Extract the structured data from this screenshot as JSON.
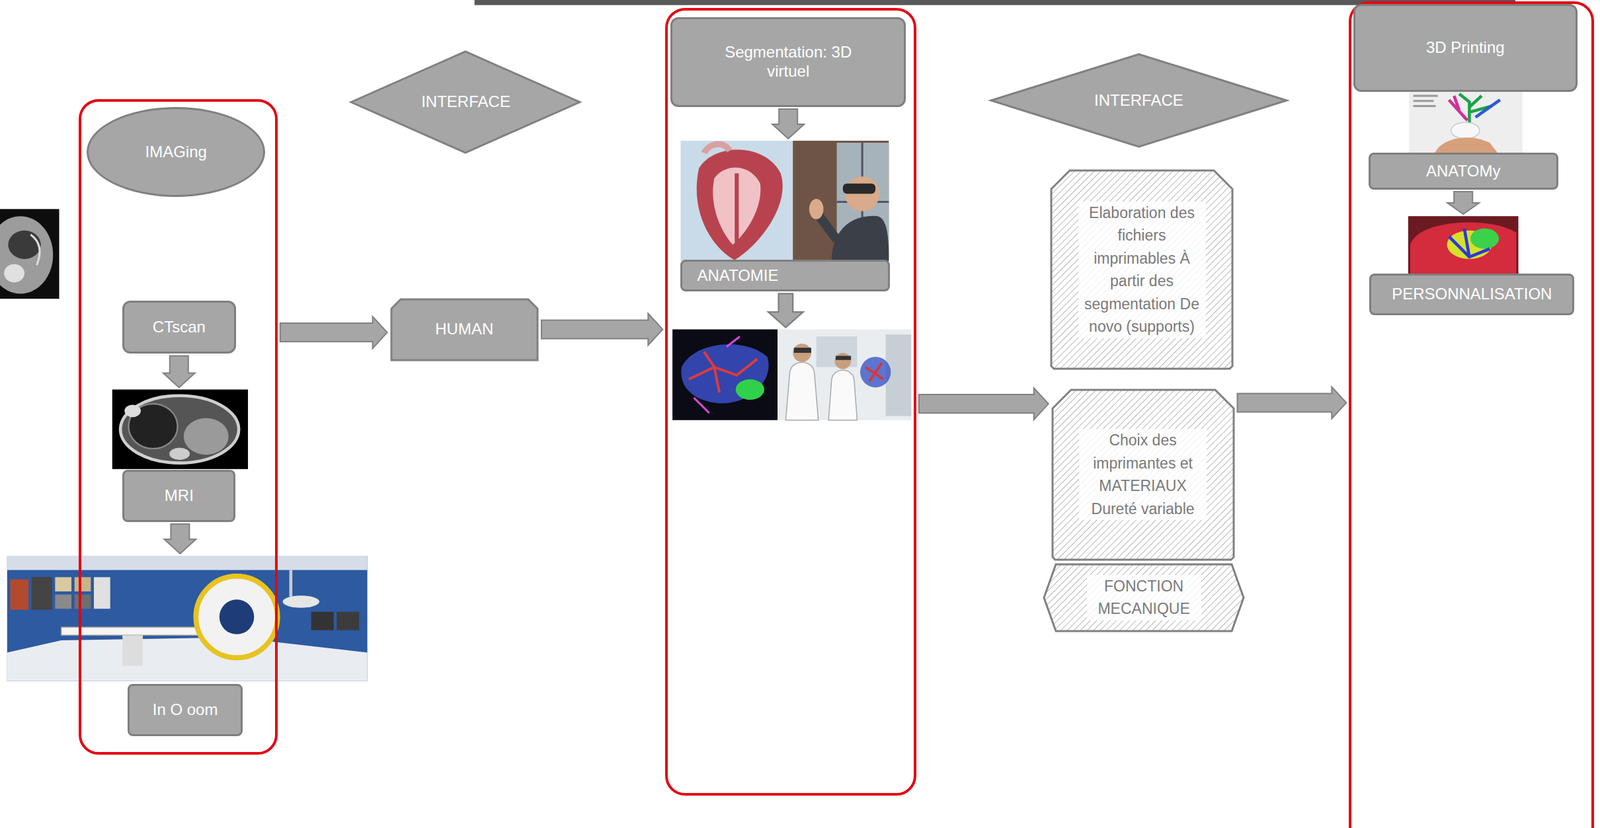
{
  "diagram": {
    "nodes": [
      {
        "text": []
      },
      {
        "text": [
          "IMAGing"
        ],
        "in": 0
      },
      {
        "text": [
          "CTscan"
        ],
        "in": 0
      },
      {
        "text": [
          "MRI"
        ],
        "in": 0
      },
      {
        "text": [
          "In O oom"
        ],
        "in": 0
      },
      {
        "text": [
          "INTERFACE"
        ]
      },
      {
        "text": [
          "HUMAN"
        ]
      },
      {
        "text": []
      },
      {
        "text": [
          "Segmentation: 3D virtuel"
        ],
        "in": 7
      },
      {
        "text": [
          "ANATOMIE"
        ],
        "in": 7
      },
      {
        "text": [
          "INTERFACE"
        ]
      },
      {
        "text": [
          "Elaboration des fichiers imprimables À partir des segmentation De novo (supports)"
        ]
      },
      {
        "text": [
          "Choix des imprimantes et MATERIAUX Dureté variable"
        ]
      },
      {
        "text": [
          "FONCTION MECANIQUE"
        ]
      },
      {
        "text": []
      },
      {
        "text": [
          "3D Printing"
        ],
        "in": 14
      },
      {
        "text": [
          "ANATOMy"
        ],
        "in": 14
      },
      {
        "text": [
          "PERSONNALISATION"
        ],
        "in": 14
      }
    ],
    "edges": [
      {
        "from": 2,
        "to": 3,
        "arrow": "to"
      },
      {
        "from": 3,
        "to": 4,
        "arrow": "to"
      },
      {
        "from": 0,
        "to": 6,
        "arrow": "to"
      },
      {
        "from": 6,
        "to": 7,
        "arrow": "to"
      },
      {
        "from": 8,
        "to": 9,
        "arrow": "to"
      },
      {
        "from": 7,
        "to": 12,
        "arrow": "to"
      },
      {
        "from": 12,
        "to": 14,
        "arrow": "to"
      },
      {
        "from": 16,
        "to": 17,
        "arrow": "to"
      }
    ]
  }
}
